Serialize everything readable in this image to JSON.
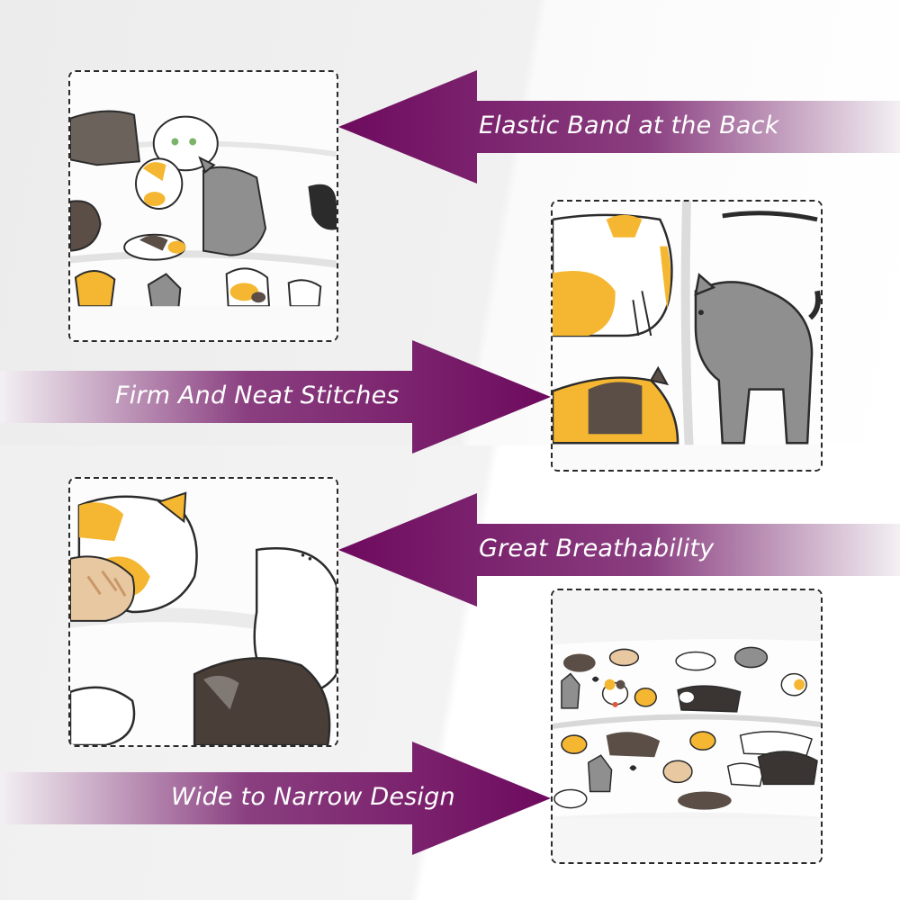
{
  "callouts": [
    {
      "label": "Elastic Band at the Back",
      "direction": "left"
    },
    {
      "label": "Firm And Neat Stitches",
      "direction": "right"
    },
    {
      "label": "Great Breathability",
      "direction": "left"
    },
    {
      "label": "Wide to Narrow Design",
      "direction": "right"
    }
  ],
  "colors": {
    "arrow": "#6e0a5e",
    "cat_orange": "#f5b731",
    "cat_gray": "#8c8c8c",
    "cat_dark": "#5a4e46",
    "outline": "#2b2b2b"
  },
  "images": [
    {
      "subject": "elastic band close-up with cat print"
    },
    {
      "subject": "stitch close-up with cat print"
    },
    {
      "subject": "fabric close-up with cat print"
    },
    {
      "subject": "headband wide to narrow with cat print"
    }
  ]
}
